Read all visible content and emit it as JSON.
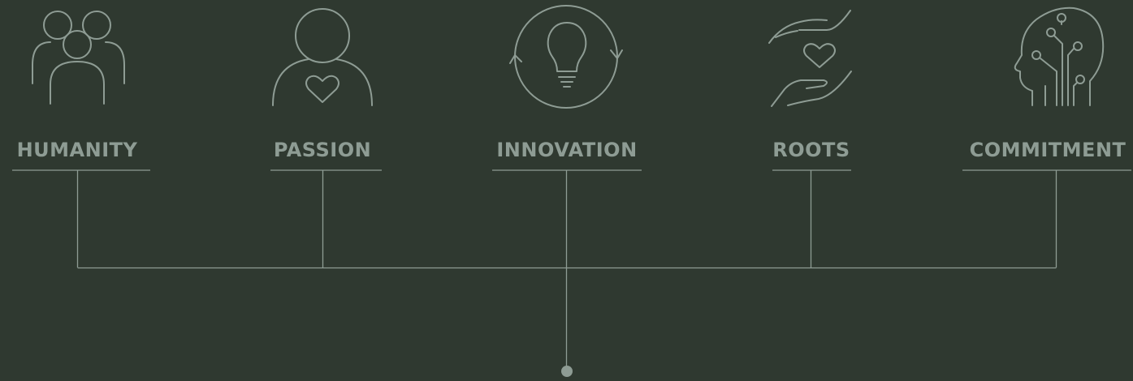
{
  "values": [
    {
      "label": "HUMANITY",
      "icon": "people-group-icon"
    },
    {
      "label": "PASSION",
      "icon": "person-heart-icon"
    },
    {
      "label": "INNOVATION",
      "icon": "lightbulb-cycle-icon"
    },
    {
      "label": "ROOTS",
      "icon": "hands-heart-icon"
    },
    {
      "label": "COMMITMENT",
      "icon": "head-circuit-icon"
    }
  ],
  "colors": {
    "background": "#2f3930",
    "accent": "#8e9c94"
  }
}
